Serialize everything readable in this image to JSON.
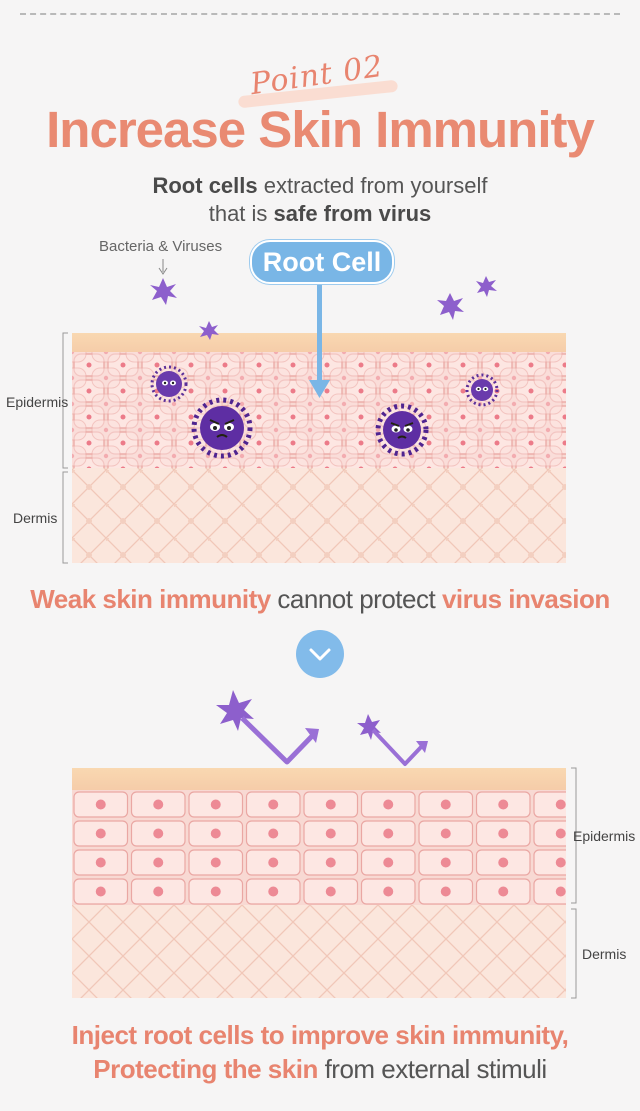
{
  "header": {
    "point_label": "Point 02",
    "title": "Increase Skin Immunity",
    "subtitle_bold_1": "Root cells",
    "subtitle_text_1": " extracted from yourself",
    "subtitle_text_2": "that is ",
    "subtitle_bold_2": "safe from virus"
  },
  "diagram_top": {
    "bacteria_label": "Bacteria & Viruses",
    "root_cell_label": "Root Cell",
    "epidermis_label": "Epidermis",
    "dermis_label": "Dermis"
  },
  "caption_top": {
    "part1": "Weak skin immunity",
    "part2": " cannot protect ",
    "part3": "virus invasion"
  },
  "diagram_bottom": {
    "epidermis_label": "Epidermis",
    "dermis_label": "Dermis"
  },
  "caption_bottom": {
    "line1": "Inject root cells to improve skin immunity,",
    "line2_bold": "Protecting the skin",
    "line2_rest": " from external stimuli"
  },
  "colors": {
    "accent": "#e8846f",
    "blue": "#7ab6e6",
    "virus": "#7e55b8",
    "skin": "#f6cfc6",
    "dermis": "#fbe6dc"
  }
}
